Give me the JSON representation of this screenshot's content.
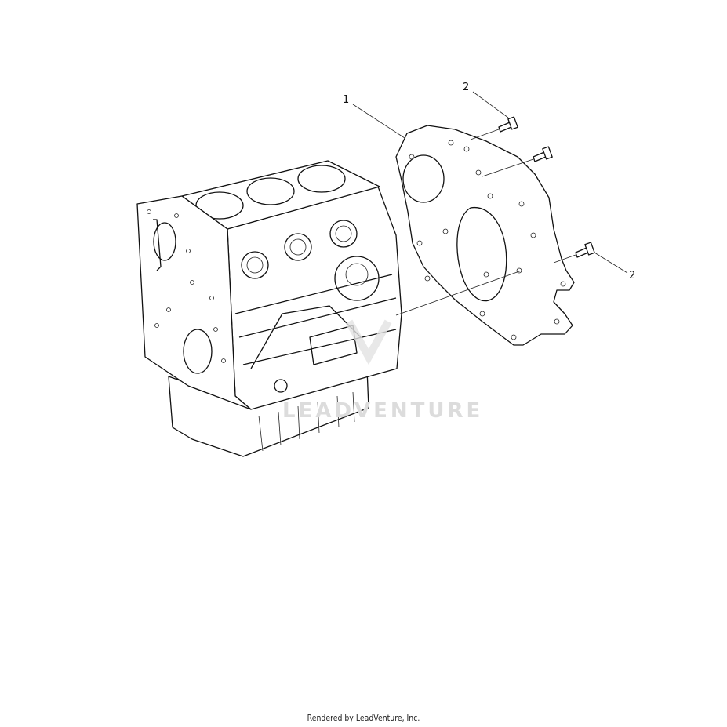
{
  "diagram": {
    "callouts": [
      {
        "label": "1",
        "part": "plate"
      },
      {
        "label": "2",
        "part": "bolt-upper"
      },
      {
        "label": "2",
        "part": "bolt-lower"
      }
    ],
    "watermark": "LEADVENTURE"
  },
  "footer": {
    "text": "Rendered by LeadVenture, Inc."
  }
}
